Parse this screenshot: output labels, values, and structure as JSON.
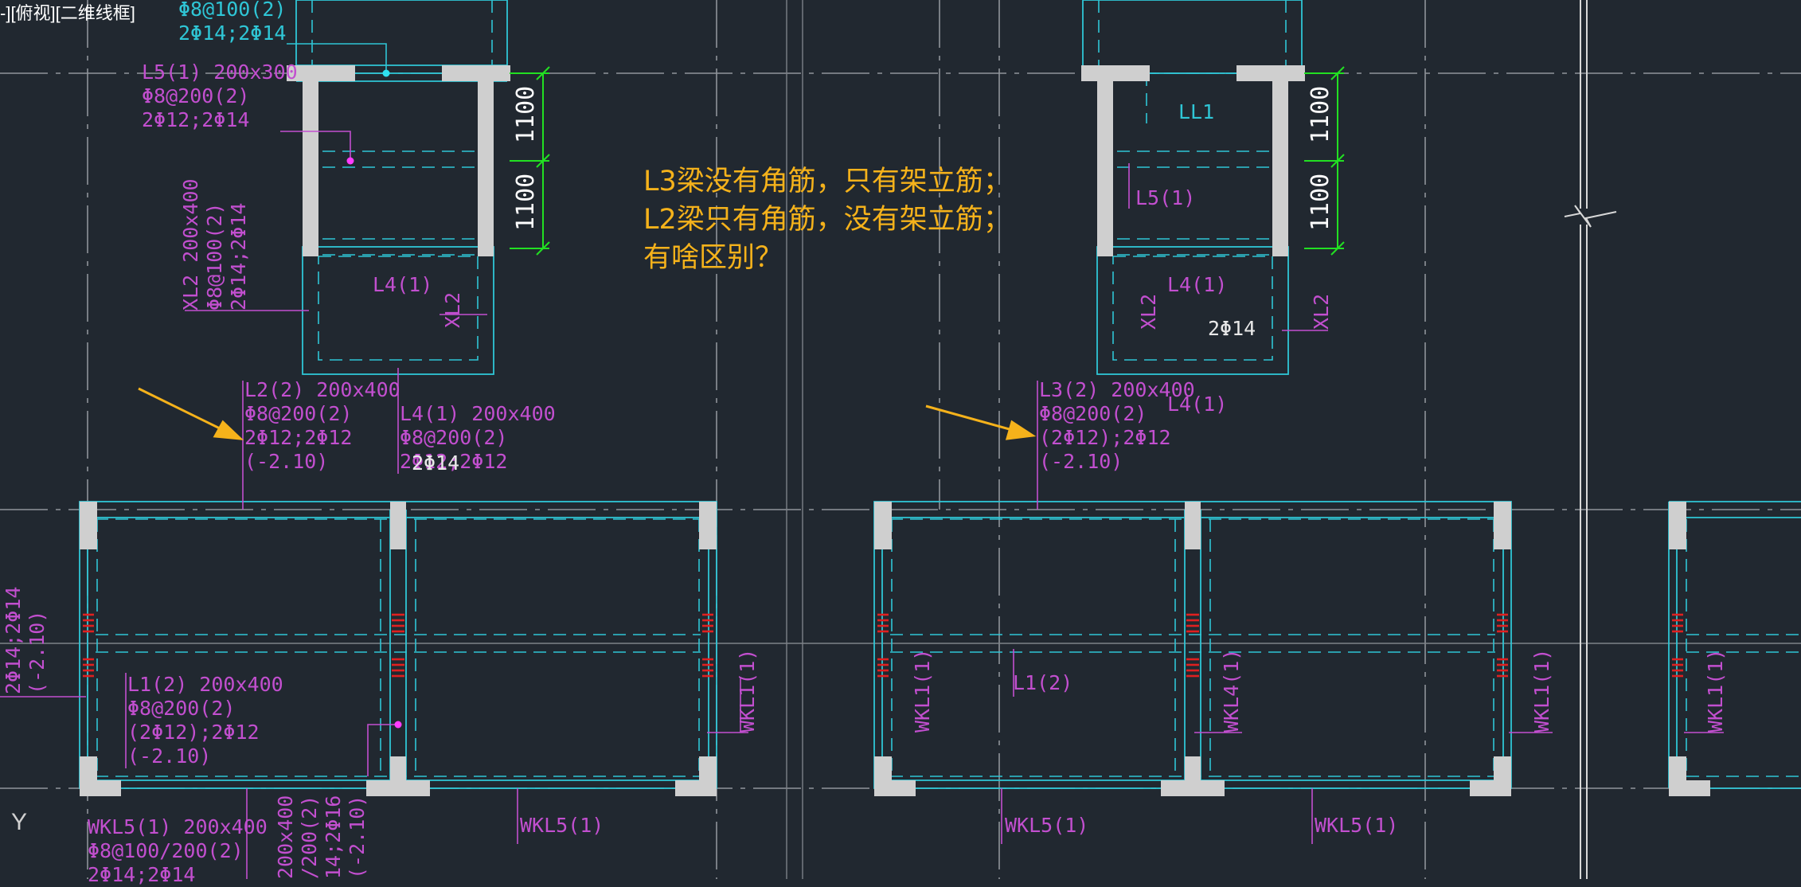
{
  "viewport": {
    "label": "-][俯视][二维线框]"
  },
  "question": {
    "text": "L3梁没有角筋，只有架立筋；\nL2梁只有角筋，没有架立筋；\n有啥区别？"
  },
  "colors": {
    "background": "#212830",
    "magenta": "#c24fcf",
    "cyan": "#2fc6d6",
    "wall": "#cfcfcf",
    "green": "#22e022",
    "arrow": "#f5b21b",
    "red": "#e02020"
  },
  "dimensions": {
    "d1": "1100",
    "d2": "1100",
    "d3": "1100",
    "d4": "1100"
  },
  "labels": {
    "top_cyan": "Φ8@100(2)\n2Φ14;2Φ14",
    "l5_left": "L5(1) 200x300\nΦ8@200(2)\n2Φ12;2Φ14",
    "xl2_left": "XL2 200x400\nΦ8@100(2)\n2Φ14;2Φ14",
    "l4_left_inner": "L4(1)",
    "xl2_left_inner": "XL2",
    "l2": "L2(2) 200x400\nΦ8@200(2)\n2Φ12;2Φ12\n(-2.10)",
    "l4_spec": "L4(1) 200x400\nΦ8@200(2)\n2Φ12;2Φ12",
    "overlap_2c14": "2Φ14",
    "l1_spec": "L1(2) 200x400\nΦ8@200(2)\n(2Φ12);2Φ12\n(-2.10)",
    "left_edge_vertical": "2Φ14;2Φ14\n(-2.10)",
    "wkl1_left": "WKL1(1)",
    "wkl5_left": "WKL5(1) 200x400\nΦ8@100/200(2)\n2Φ14;2Φ14",
    "bottom_vertical": "200x400\n/200(2)\n14;2Φ16\n(-2.10)",
    "wkl5_mid": "WKL5(1)",
    "ll1": "LL1",
    "l5_right": "L5(1)",
    "l4_right_inner": "L4(1)",
    "xl2_right_a": "XL2",
    "xl2_right_b": "XL2",
    "right_2c14": "2Φ14",
    "l3": "L3(2) 200x400\nΦ8@200(2)\n(2Φ12);2Φ12\n(-2.10)",
    "l4_right_spec": "L4(1)",
    "l1_right": "L1(2)",
    "wkl1_r1": "WKL1(1)",
    "wkl4_r": "WKL4(1)",
    "wkl1_r2": "WKL1(1)",
    "wkl1_far": "WKL1(1)",
    "wkl5_r1": "WKL5(1)",
    "wkl5_r2": "WKL5(1)",
    "axis_y": "Y"
  }
}
